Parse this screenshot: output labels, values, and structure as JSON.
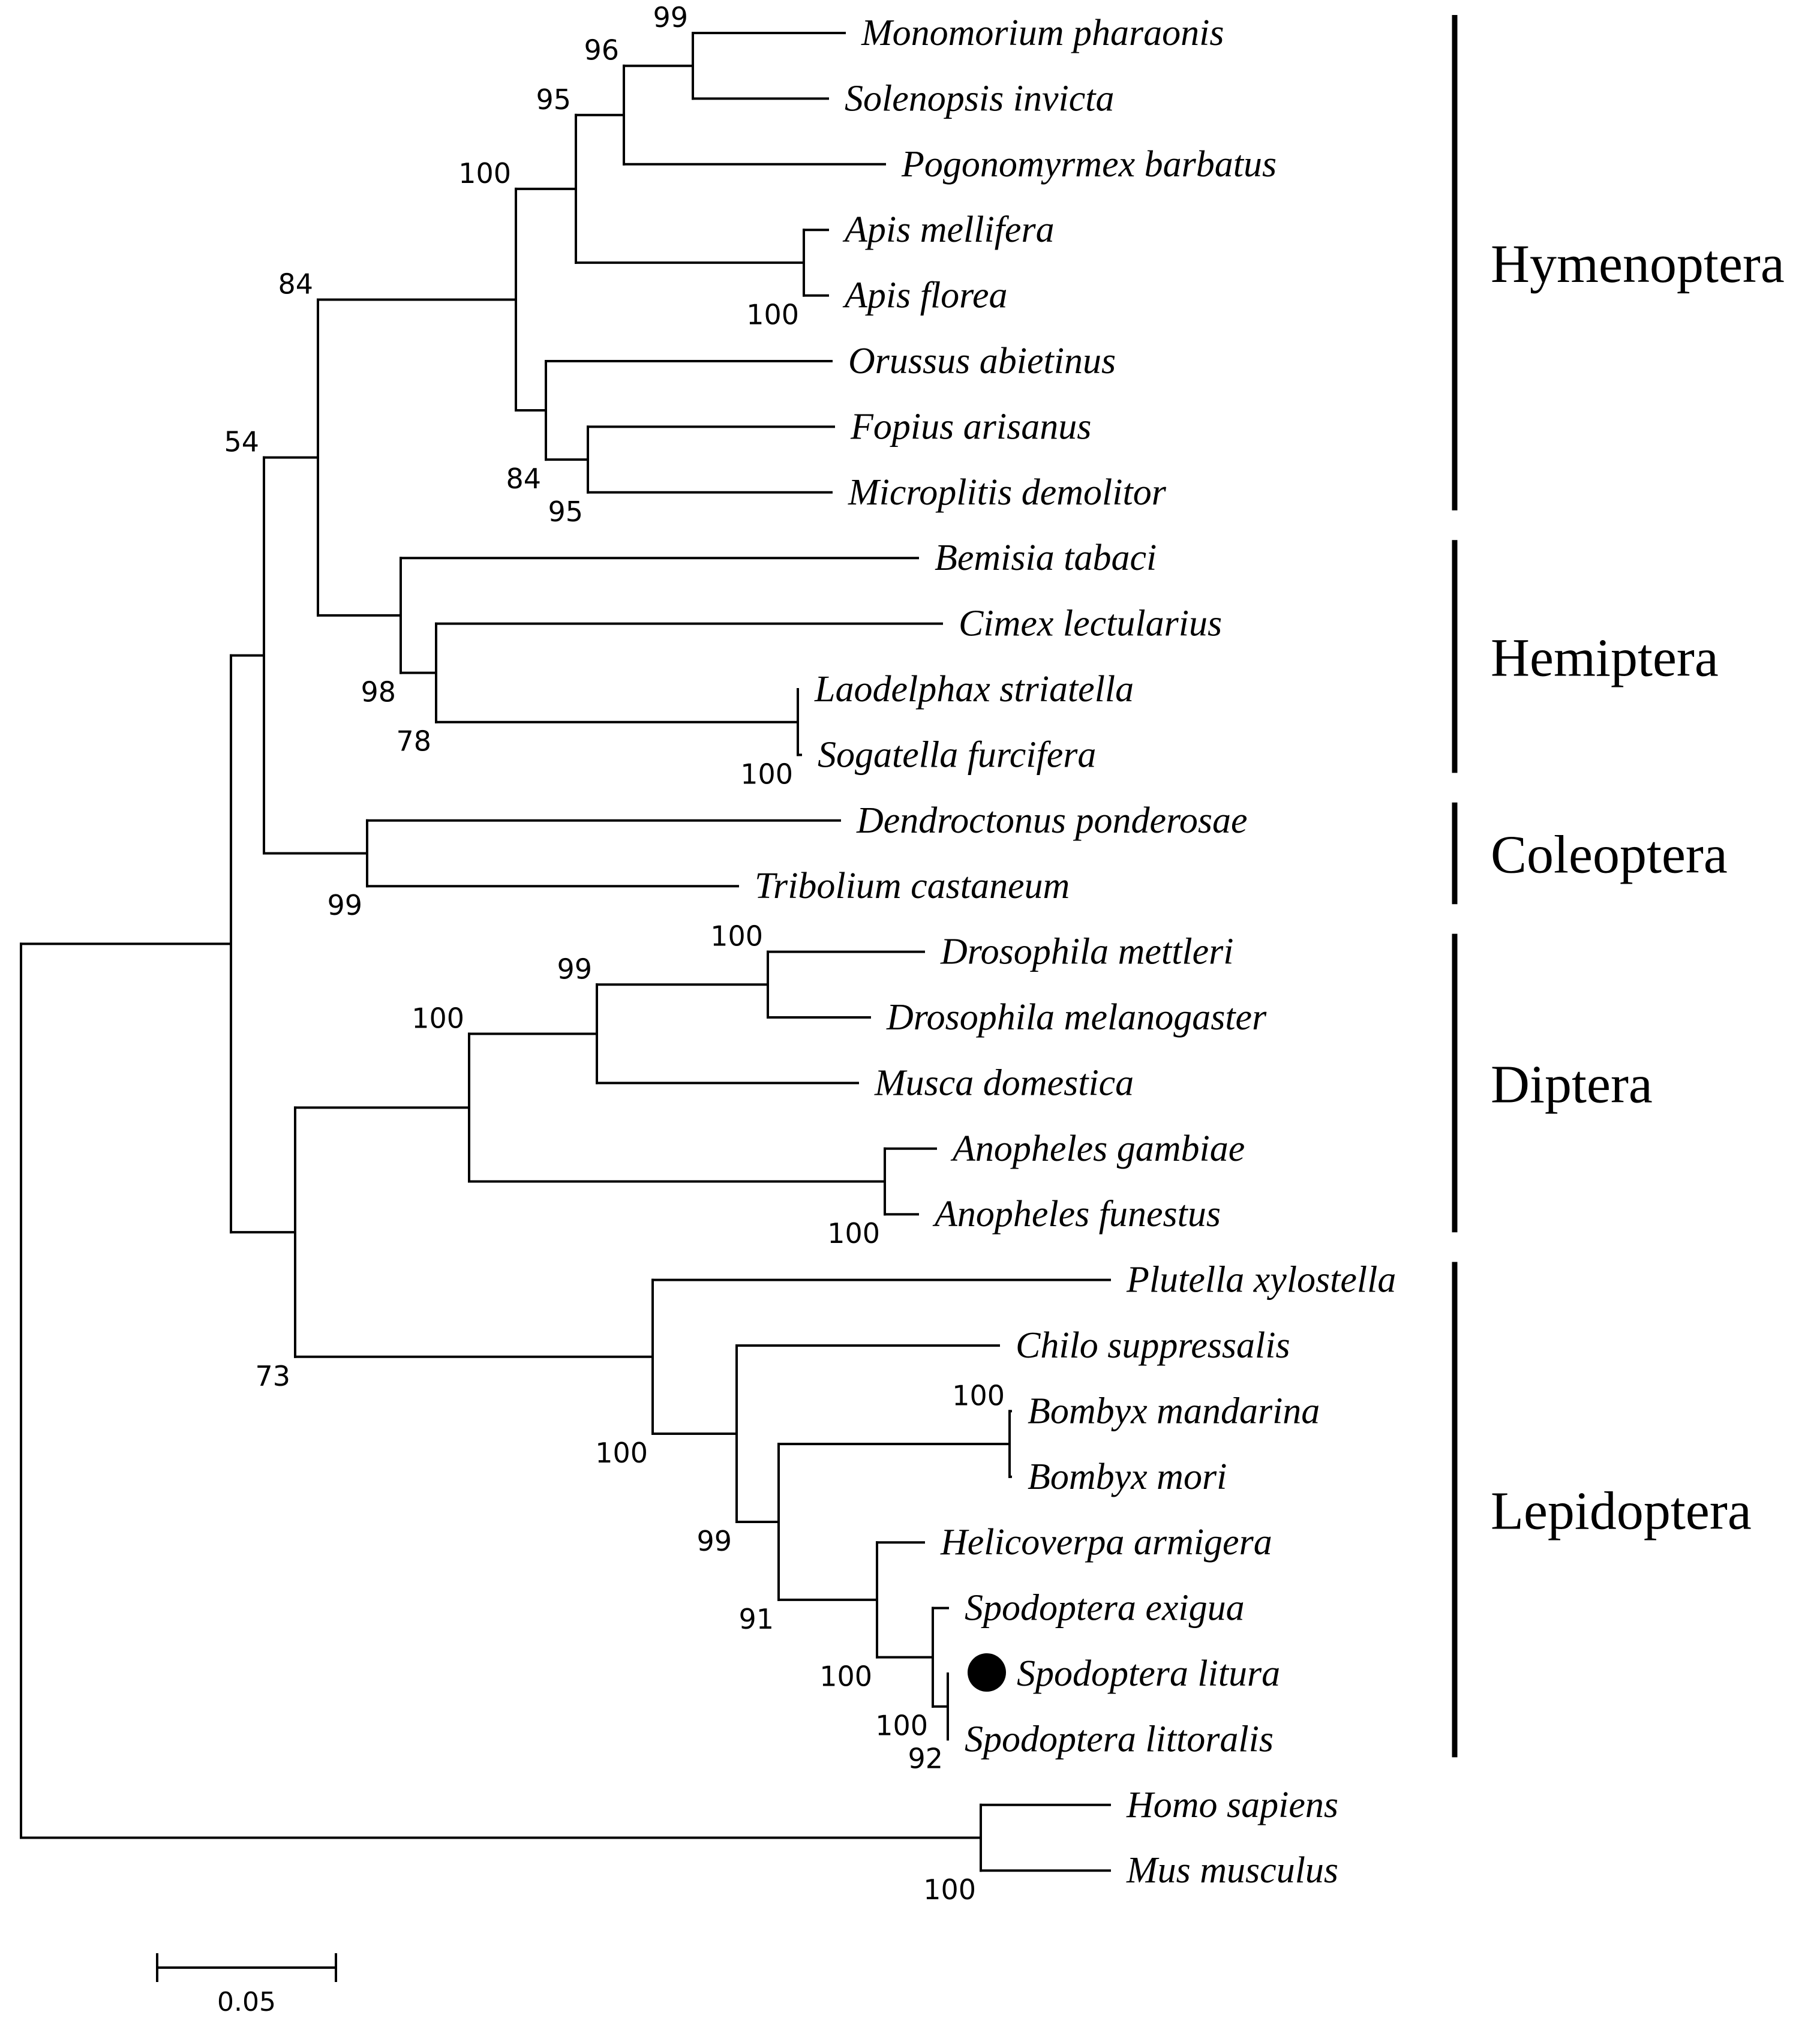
{
  "tree": {
    "taxa": [
      "Monomorium pharaonis",
      "Solenopsis invicta",
      "Pogonomyrmex barbatus",
      "Apis mellifera",
      "Apis florea",
      "Orussus abietinus",
      "Fopius arisanus",
      "Microplitis demolitor",
      "Bemisia tabaci",
      "Cimex lectularius",
      "Laodelphax striatella",
      "Sogatella furcifera",
      "Dendroctonus ponderosae",
      "Tribolium castaneum",
      "Drosophila mettleri",
      "Drosophila melanogaster",
      "Musca domestica",
      "Anopheles gambiae",
      "Anopheles funestus",
      "Plutella xylostella",
      "Chilo suppressalis",
      "Bombyx mandarina",
      "Bombyx mori",
      "Helicoverpa armigera",
      "Spodoptera exigua",
      "Spodoptera litura",
      "Spodoptera littoralis",
      "Homo sapiens",
      "Mus musculus"
    ],
    "highlighted_taxon": "Spodoptera litura",
    "highlight_marker": "filled-circle",
    "orders": [
      {
        "name": "Hymenoptera",
        "first": 0,
        "last": 7
      },
      {
        "name": "Hemiptera",
        "first": 8,
        "last": 11
      },
      {
        "name": "Coleoptera",
        "first": 12,
        "last": 13
      },
      {
        "name": "Diptera",
        "first": 14,
        "last": 18
      },
      {
        "name": "Lepidoptera",
        "first": 19,
        "last": 26
      }
    ],
    "scale_bar": {
      "value": 0.05,
      "label": "0.05"
    },
    "support_values": {
      "monomorium_solenopsis": "99",
      "ants": "96",
      "ants_apis": "95",
      "apis": "100",
      "hymenoptera": "100",
      "orussus_group": "84",
      "fopius_microplitis": "95",
      "hymenoptera_hemiptera": "84",
      "hemiptera": "98",
      "cimex_planthoppers": "78",
      "planthoppers": "100",
      "insects_upper": "54",
      "coleoptera": "99",
      "drosophila": "100",
      "brachycera": "99",
      "diptera": "100",
      "anopheles": "100",
      "diptera_lepidoptera": "73",
      "lepidoptera": "100",
      "chilo_group": "99",
      "bombyx_noctuidae": "91",
      "bombyx": "100",
      "noctuidae": "100",
      "spodoptera": "100",
      "litura_littoralis": "92",
      "mammals": "100"
    }
  }
}
